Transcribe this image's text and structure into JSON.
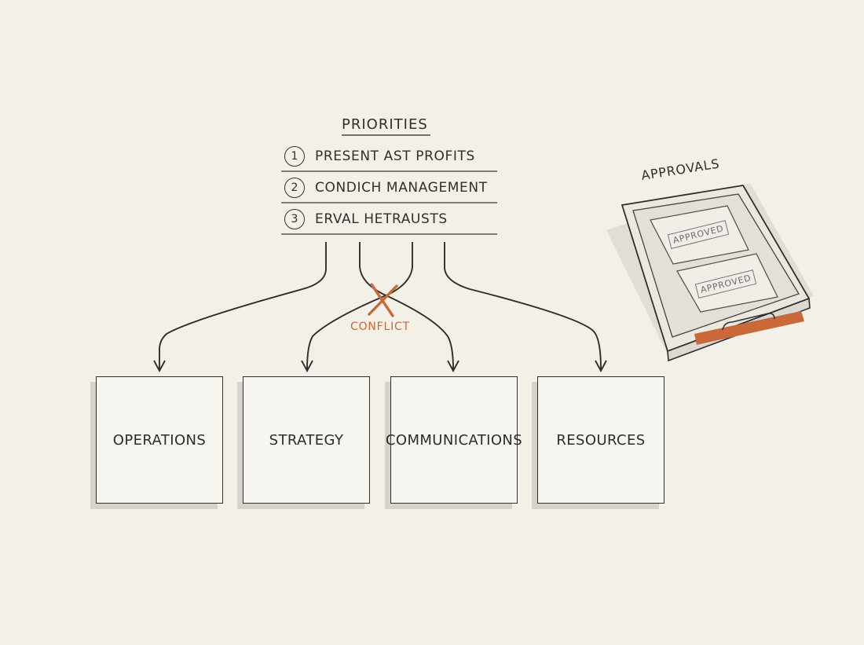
{
  "priorities": {
    "title": "PRIORITIES",
    "items": [
      {
        "number": "1",
        "label": "PRESENT AST PROFITS"
      },
      {
        "number": "2",
        "label": "CONDICH MANAGEMENT"
      },
      {
        "number": "3",
        "label": "ERVAL HETRAUSTS"
      }
    ]
  },
  "conflict_label": "CONFLICT",
  "boxes": [
    "OPERATIONS",
    "STRATEGY",
    "COMMUNICATIONS",
    "RESOURCES"
  ],
  "tray": {
    "title": "APPROVALS",
    "stamps": [
      "APPROVED",
      "APPROVED"
    ]
  },
  "colors": {
    "background": "#f3f0e8",
    "ink": "#2f2f2f",
    "accent": "#c9693a"
  }
}
